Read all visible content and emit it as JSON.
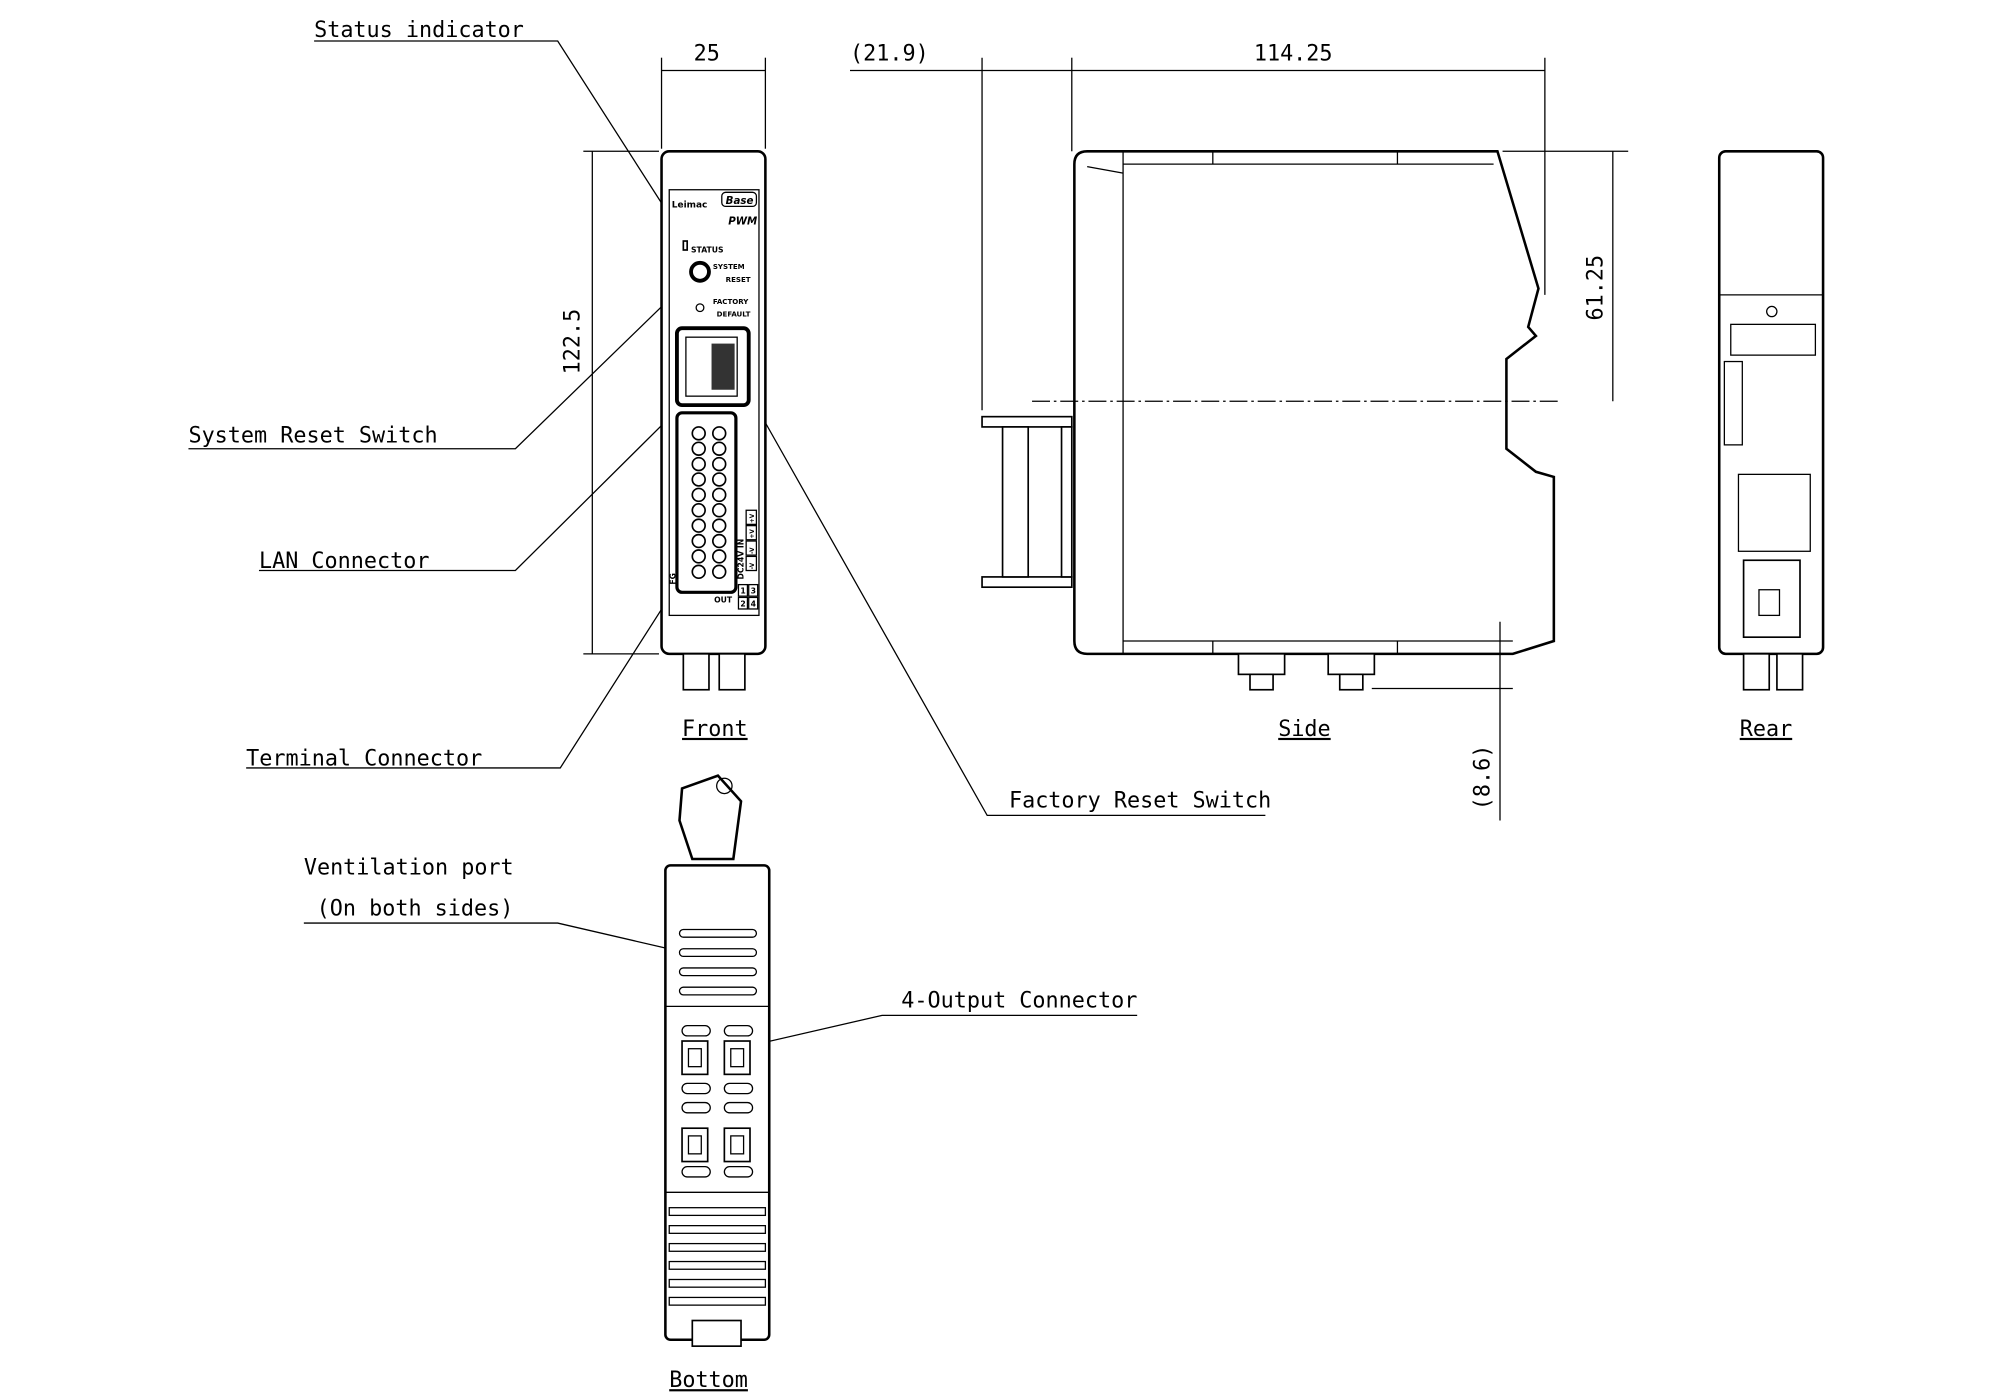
{
  "callouts": {
    "status_indicator": "Status indicator",
    "system_reset": "System Reset Switch",
    "lan": "LAN Connector",
    "terminal": "Terminal Connector",
    "factory_reset": "Factory Reset Switch",
    "ventilation": "Ventilation port",
    "ventilation_note": "(On both sides)",
    "output": "4-Output Connector"
  },
  "views": {
    "front": "Front",
    "side": "Side",
    "rear": "Rear",
    "bottom": "Bottom"
  },
  "dimensions": {
    "width": "25",
    "height": "122.5",
    "offset": "(21.9)",
    "depth": "114.25",
    "center": "61.25",
    "foot": "(8.6)"
  },
  "panel": {
    "brand": "Leimac",
    "series": "Base",
    "model": "PWM",
    "status": "STATUS",
    "system": "SYSTEM",
    "reset": "RESET",
    "factory": "FACTORY",
    "default": "DEFAULT",
    "power_in": "DC24V IN",
    "pins": [
      "-V",
      "-V",
      "+V",
      "+V"
    ],
    "fg": "FG",
    "out": "OUT",
    "out_nums": [
      "1",
      "3",
      "2",
      "4"
    ]
  }
}
